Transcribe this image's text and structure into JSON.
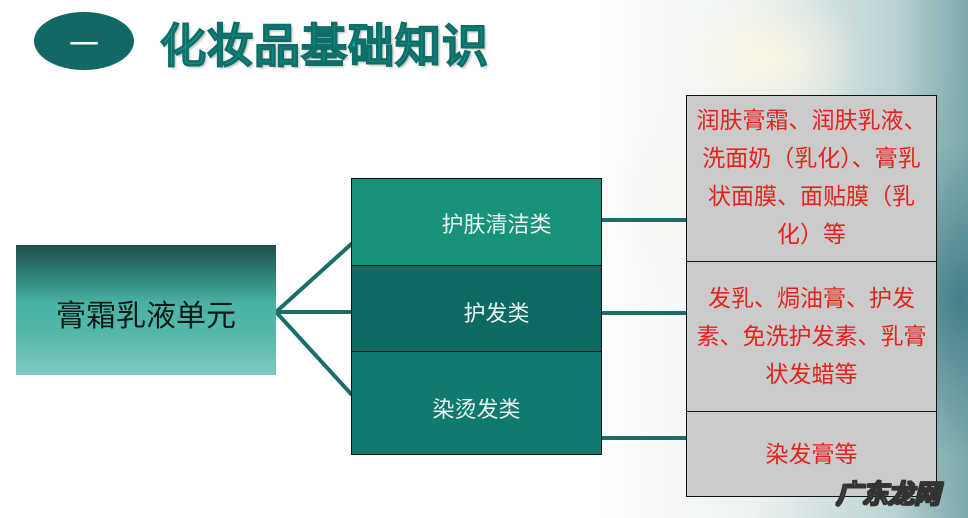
{
  "header": {
    "badge_number": "一",
    "title": "化妆品基础知识"
  },
  "root_node": {
    "label": "膏霜乳液单元"
  },
  "categories": [
    {
      "label": "护肤清洁类",
      "description": "润肤膏霜、润肤乳液、洗面奶（乳化）、膏乳状面膜、面贴膜（乳化）等"
    },
    {
      "label": "护发类",
      "description": "发乳、焗油膏、护发素、免洗护发素、乳膏状发蜡等"
    },
    {
      "label": "染烫发类",
      "description": "染发膏等"
    }
  ],
  "colors": {
    "accent_dark_teal": "#126964",
    "title_teal": "#1aa897",
    "category_1": "#18937a",
    "category_2": "#0e6a63",
    "category_3": "#117a6f",
    "description_bg": "#cbcbcb",
    "description_text": "#e6221c",
    "connector": "#1a6e69"
  },
  "watermark": "广东龙网"
}
